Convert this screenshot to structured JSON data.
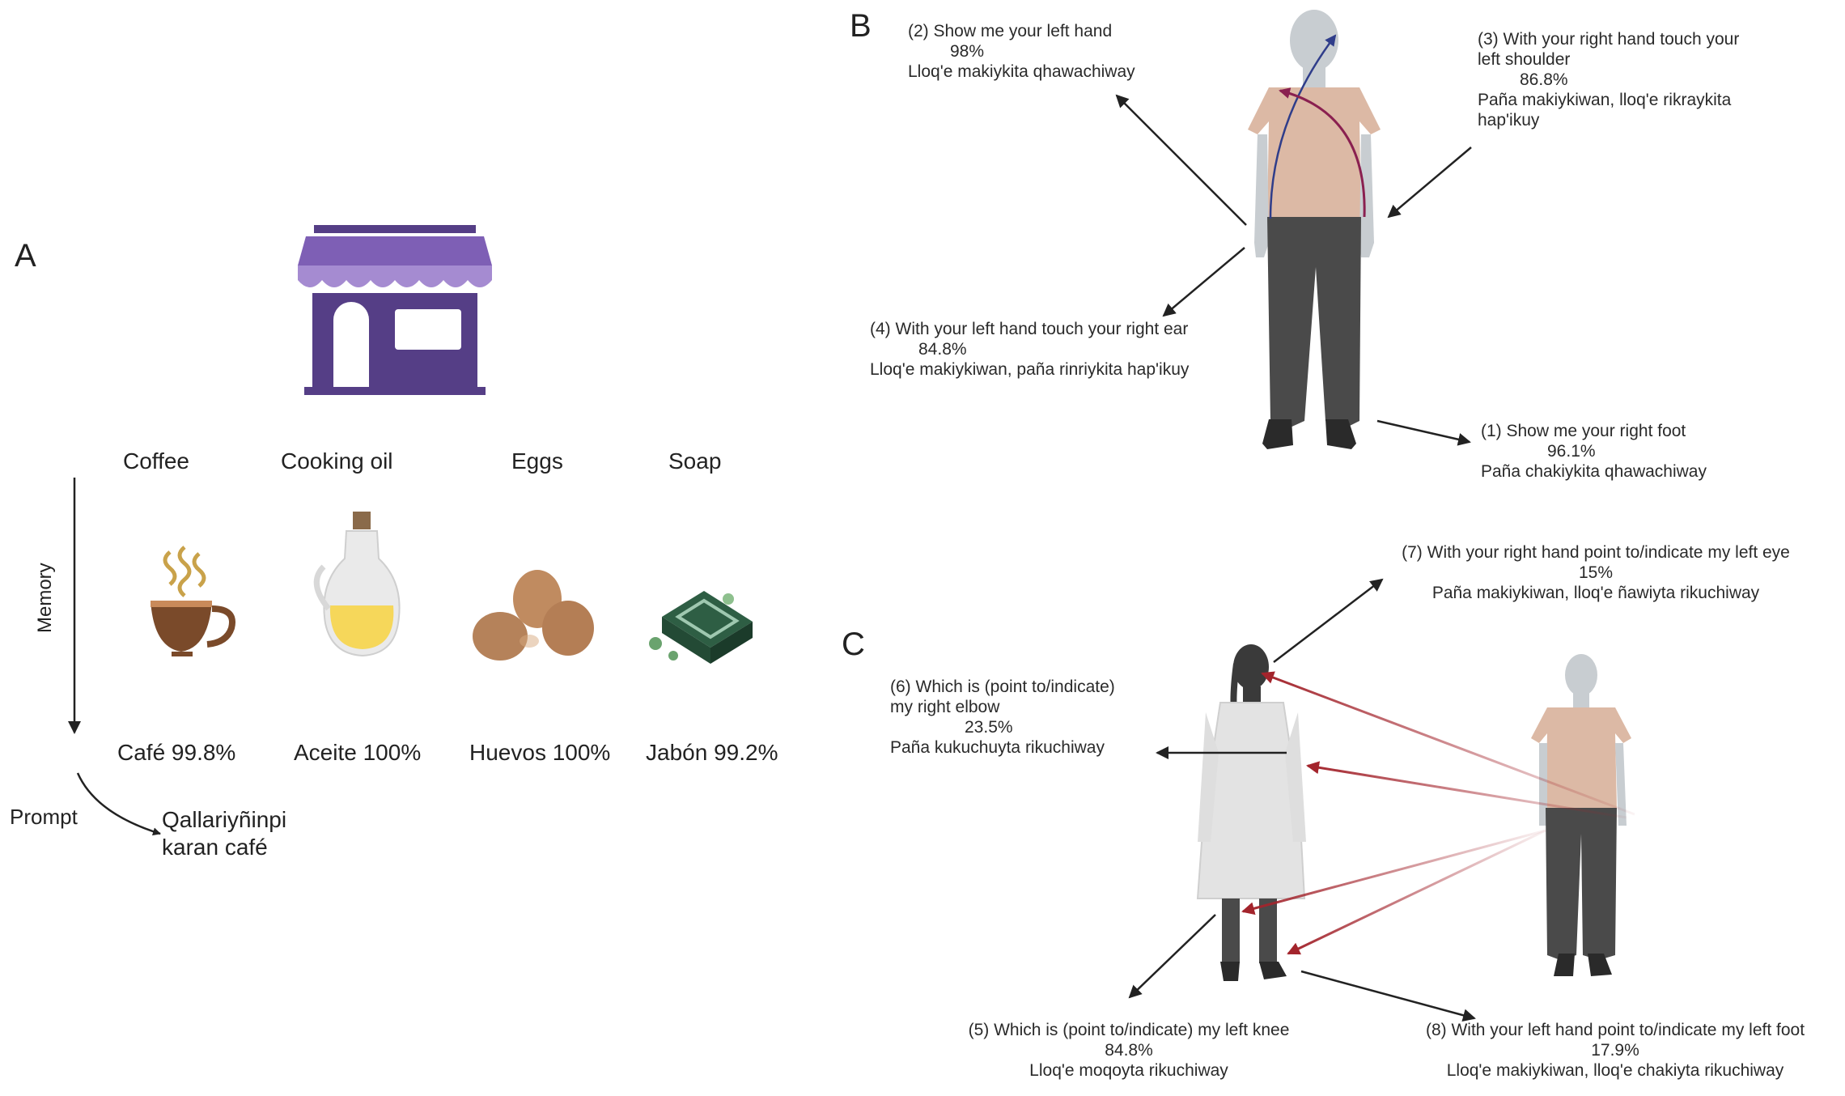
{
  "panels": {
    "a": "A",
    "b": "B",
    "c": "C"
  },
  "panel_a": {
    "items": [
      {
        "label": "Coffee",
        "result": "Café  99.8%"
      },
      {
        "label": "Cooking oil",
        "result": "Aceite 100%"
      },
      {
        "label": "Eggs",
        "result": "Huevos 100%"
      },
      {
        "label": "Soap",
        "result": "Jabón 99.2%"
      }
    ],
    "memory_label": "Memory",
    "prompt_label": "Prompt",
    "prompt_text": [
      "Qallariyñinpi",
      "karan café"
    ]
  },
  "panel_b": {
    "instructions": [
      {
        "lines": [
          "(2) Show me your left hand",
          "98%",
          "Lloq'e makiykita qhawachiway"
        ]
      },
      {
        "lines": [
          "(3) With your right hand touch your",
          "left shoulder",
          "86.8%",
          "Paña makiykiwan, lloq'e rikraykita",
          "hap'ikuy"
        ]
      },
      {
        "lines": [
          "(4) With your left hand touch your right ear",
          "84.8%",
          "Lloq'e makiykiwan, paña rinriykita hap'ikuy"
        ]
      },
      {
        "lines": [
          "(1) Show me your right foot",
          "96.1%",
          "Paña chakiykita qhawachiway"
        ]
      }
    ]
  },
  "panel_c": {
    "instructions": [
      {
        "lines": [
          "(7) With your right hand point to/indicate my left eye",
          "15%",
          "Paña makiykiwan, lloq'e ñawiyta rikuchiway"
        ]
      },
      {
        "lines": [
          "(6) Which is (point to/indicate)",
          "my right elbow",
          "23.5%",
          "Paña kukuchuyta rikuchiway"
        ]
      },
      {
        "lines": [
          "(5) Which is (point to/indicate) my left knee",
          "84.8%",
          "Lloq'e moqoyta rikuchiway"
        ]
      },
      {
        "lines": [
          "(8) With your left hand point to/indicate my left foot",
          "17.9%",
          "Lloq'e makiykiwan, lloq'e chakiyta rikuchiway"
        ]
      }
    ]
  },
  "colors": {
    "store_purple": "#553e86",
    "awning_light": "#a58bd1",
    "shirt": "#dcb9a5",
    "pants": "#4a4a4a",
    "skin": "#c8cdd1",
    "red_arrow": "#a3242c",
    "coffee_brown": "#7a4a2a",
    "oil_yellow": "#f6d75a",
    "egg_tan": "#b5825a",
    "soap_green": "#2e5e44"
  },
  "icons": [
    "store-icon",
    "coffee-cup-icon",
    "oil-bottle-icon",
    "eggs-icon",
    "soap-icon",
    "person-figure",
    "doctor-figure"
  ]
}
